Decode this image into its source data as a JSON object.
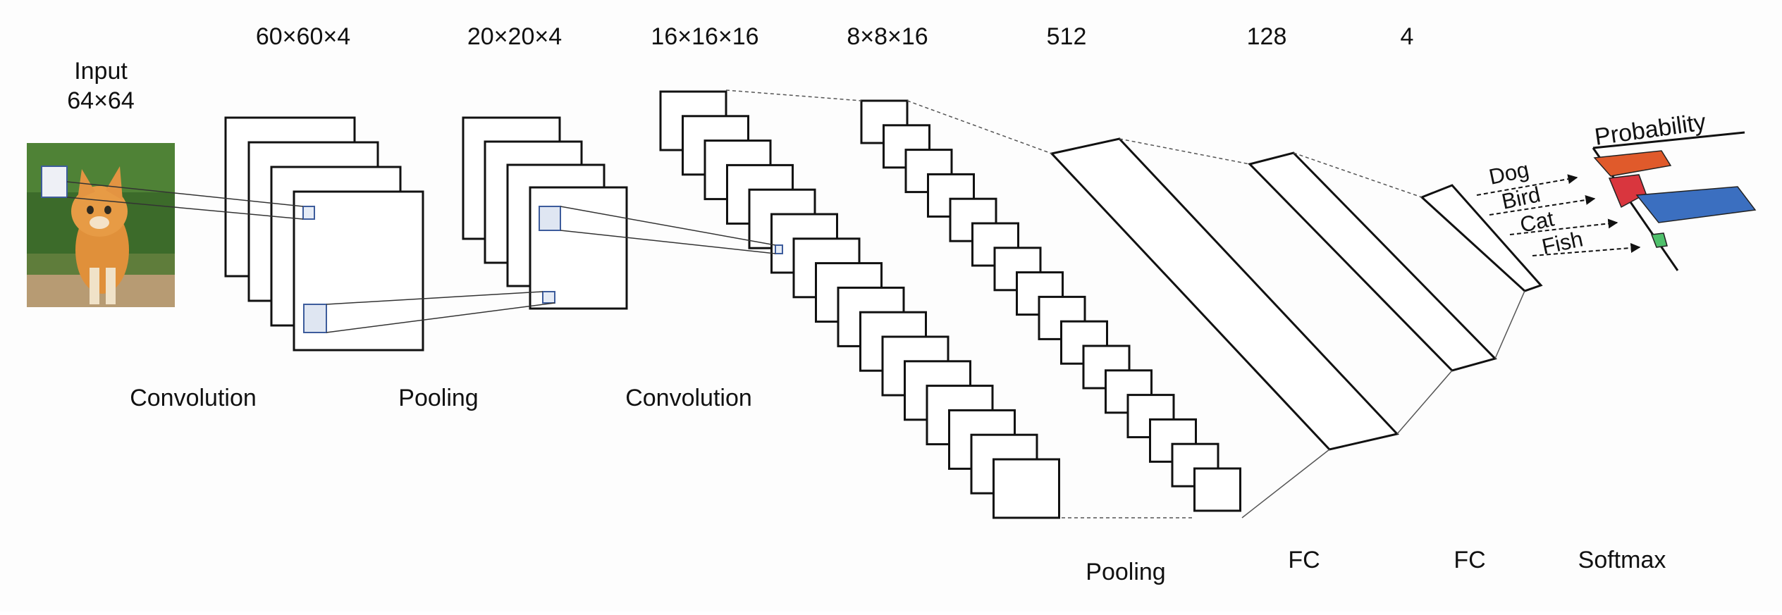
{
  "dims": {
    "input_title": "Input",
    "input_size": "64×64",
    "conv1": "60×60×4",
    "pool1": "20×20×4",
    "conv2": "16×16×16",
    "pool2": "8×8×16",
    "fc1": "512",
    "fc2": "128",
    "out": "4"
  },
  "stages": {
    "conv1": "Convolution",
    "pool1": "Pooling",
    "conv2": "Convolution",
    "pool2": "Pooling",
    "fc1": "FC",
    "fc2": "FC",
    "softmax": "Softmax"
  },
  "output": {
    "title": "Probability",
    "classes": [
      "Dog",
      "Bird",
      "Cat",
      "Fish"
    ],
    "bar_colors": [
      "#e05a2b",
      "#d9363e",
      "#3b6fc0",
      "#4fc06b"
    ]
  }
}
